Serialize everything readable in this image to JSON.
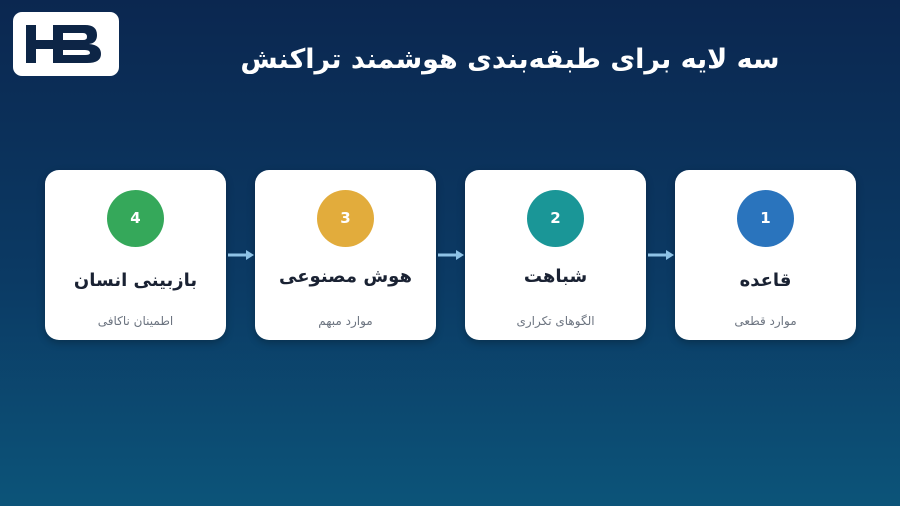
{
  "logo": {
    "text": "HB"
  },
  "title": "سه لایه برای طبقه‌بندی هوشمند تراکنش",
  "steps": [
    {
      "number": "1",
      "label": "قاعده",
      "description": "موارد قطعی",
      "color": "#2a74bd"
    },
    {
      "number": "2",
      "label": "شباهت",
      "description": "الگوهای تکراری",
      "color": "#1a9697"
    },
    {
      "number": "3",
      "label": "هوش مصنوعی",
      "description": "موارد مبهم",
      "color": "#e2ac3c"
    },
    {
      "number": "4",
      "label": "بازبینی انسان",
      "description": "اطمینان ناکافی",
      "color": "#35a85a"
    }
  ],
  "colors": {
    "background_top": "#0b2750",
    "background_bottom": "#0c5479",
    "logo_mark": "#0d2546",
    "arrow": "#8fc3e6"
  }
}
